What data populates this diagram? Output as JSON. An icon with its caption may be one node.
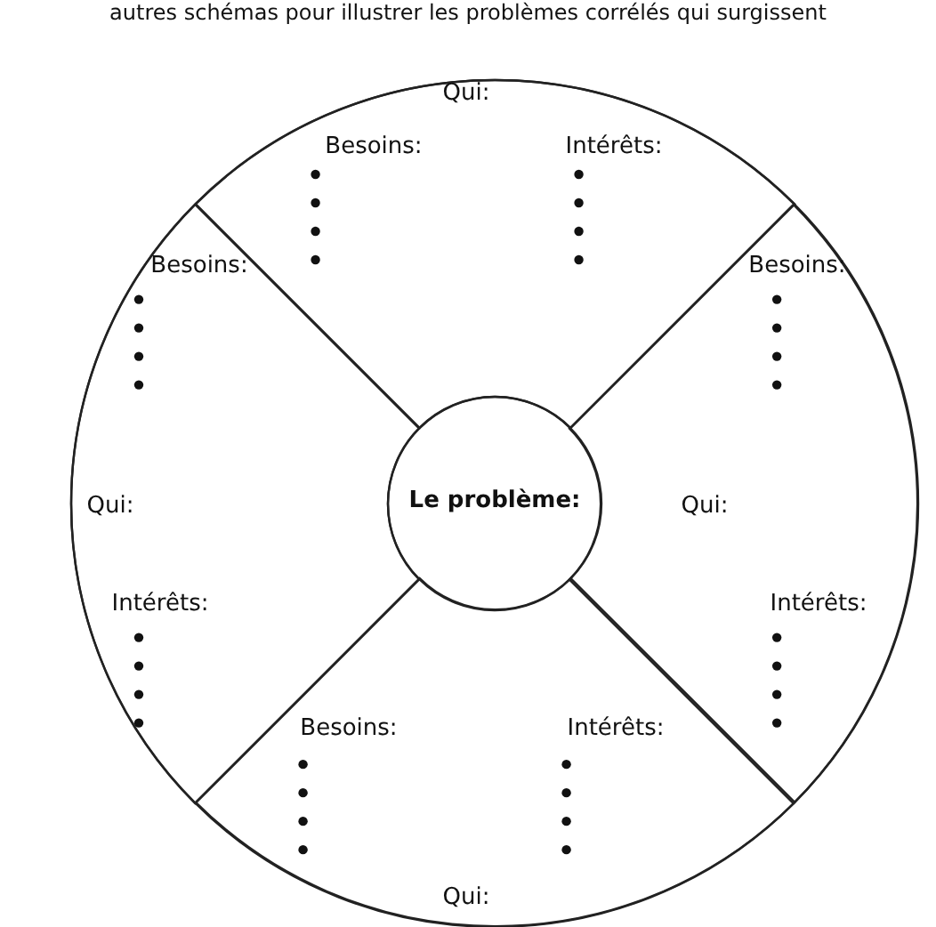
{
  "diagram": {
    "title": "autres schémas pour illustrer les problèmes corrélés qui surgissent",
    "nodes": [
      {
        "text": [],
        "shape": "circle"
      },
      {
        "text": [
          "Qui:",
          "Besoins:",
          "Intérêts:"
        ],
        "in": 0
      },
      {
        "text": [
          "Besoins:",
          "Qui:",
          "Intérêts:"
        ],
        "in": 0
      },
      {
        "text": [
          "Besoins:",
          "Intérêts:",
          "Qui:"
        ],
        "in": 0
      },
      {
        "text": [
          "Besoins:",
          "Qui:",
          "Intérêts:"
        ],
        "in": 0
      },
      {
        "text": [
          "Le problème:"
        ],
        "in": 0
      }
    ],
    "edges": []
  }
}
